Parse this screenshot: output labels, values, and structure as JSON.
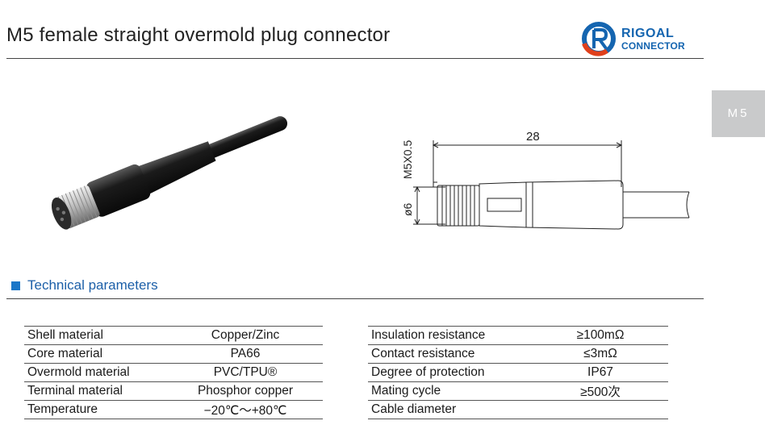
{
  "header": {
    "title": "M5 female straight overmold plug connector",
    "logo_line1": "RIGOAL",
    "logo_line2": "CONNECTOR",
    "brand_color": "#1565b0",
    "accent_color": "#e0401c"
  },
  "side_tab": {
    "label": "M5"
  },
  "drawing": {
    "length_label": "28",
    "thread_label": "M5X0.5",
    "diameter_label": "ø6"
  },
  "section": {
    "title": "Technical parameters"
  },
  "params_left": [
    {
      "key": "Shell material",
      "value": "Copper/Zinc"
    },
    {
      "key": "Core material",
      "value": "PA66"
    },
    {
      "key": "Overmold material",
      "value": "PVC/TPU®"
    },
    {
      "key": "Terminal material",
      "value": "Phosphor copper"
    },
    {
      "key": "Temperature",
      "value": "−20℃～+80℃"
    }
  ],
  "params_right": [
    {
      "key": "Insulation resistance",
      "value": "≥100mΩ"
    },
    {
      "key": "Contact resistance",
      "value": "≤3mΩ"
    },
    {
      "key": "Degree of protection",
      "value": "IP67"
    },
    {
      "key": "Mating cycle",
      "value": "≥500次"
    },
    {
      "key": "Cable diameter",
      "value": ""
    }
  ]
}
